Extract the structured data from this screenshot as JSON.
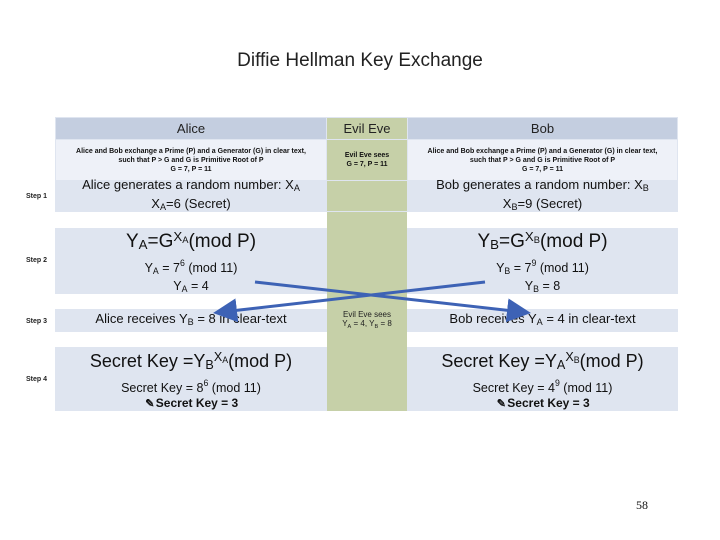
{
  "title": "Diffie Hellman Key Exchange",
  "columns": {
    "alice": "Alice",
    "eve": "Evil Eve",
    "bob": "Bob"
  },
  "intro": {
    "alice_line1": "Alice and Bob exchange a Prime (P) and a Generator (G) in clear text,",
    "alice_line2": "such that P > G and G is Primitive Root of P",
    "alice_line3": "G = 7, P = 11",
    "eve_line1": "Evil Eve sees",
    "eve_line2": "G = 7, P = 11",
    "bob_line1": "Alice and Bob exchange a Prime (P) and a Generator (G) in clear text,",
    "bob_line2": "such that P > G and G is Primitive Root of P",
    "bob_line3": "G = 7, P = 11"
  },
  "steps": [
    "Step 1",
    "Step 2",
    "Step 3",
    "Step 4"
  ],
  "step1": {
    "alice_l1": "Alice generates a random number: X",
    "alice_sub1": "A",
    "alice_l2a": "X",
    "alice_l2sub": "A",
    "alice_l2b": "=6 (Secret)",
    "bob_l1": "Bob generates a random number: X",
    "bob_sub1": "B",
    "bob_l2a": "X",
    "bob_l2sub": "B",
    "bob_l2b": "=9 (Secret)"
  },
  "step2": {
    "alice_y": "Y",
    "alice_ysub": "A",
    "alice_eq": "=G",
    "alice_sup": "X",
    "alice_supsub": "A",
    "alice_mod": "(mod P)",
    "alice_l2a": "Y",
    "alice_l2sub": "A",
    "alice_l2b": " = 7",
    "alice_l2sup": "6",
    "alice_l2c": " (mod 11)",
    "alice_l3a": "Y",
    "alice_l3sub": "A",
    "alice_l3b": " = 4",
    "bob_y": "Y",
    "bob_ysub": "B",
    "bob_eq": "=G",
    "bob_sup": "X",
    "bob_supsub": "B",
    "bob_mod": "(mod P)",
    "bob_l2a": "Y",
    "bob_l2sub": "B",
    "bob_l2b": " = 7",
    "bob_l2sup": "9",
    "bob_l2c": " (mod 11)",
    "bob_l3a": "Y",
    "bob_l3sub": "B",
    "bob_l3b": " = 8"
  },
  "step3": {
    "alice_a": "Alice receives Y",
    "alice_sub": "B",
    "alice_b": " = 8 in clear-text",
    "eve_l1": "Evil Eve sees",
    "eve_a": "Y",
    "eve_asub": "A",
    "eve_b": " = 4, Y",
    "eve_bsub": "B",
    "eve_c": " = 8",
    "bob_a": "Bob receives Y",
    "bob_sub": "A",
    "bob_b": " = 4 in clear-text"
  },
  "step4": {
    "alice_a": "Secret Key =Y",
    "alice_sub": "B",
    "alice_sup": "X",
    "alice_supsub": "A",
    "alice_mod": "(mod P)",
    "alice_l2a": "Secret Key = 8",
    "alice_l2sup": "6",
    "alice_l2b": " (mod 11)",
    "alice_l3": "Secret Key = 3",
    "bob_a": "Secret Key =Y",
    "bob_sub": "A",
    "bob_sup": "X",
    "bob_supsub": "B",
    "bob_mod": "(mod P)",
    "bob_l2a": "Secret Key = 4",
    "bob_l2sup": "9",
    "bob_l2b": " (mod 11)",
    "bob_l3": "Secret Key = 3"
  },
  "page_number": "58",
  "colors": {
    "band": "#dfe5f0",
    "eve": "#c6d0a8",
    "header": "#c4cee0",
    "arrow": "#3d62b5"
  },
  "icons": {
    "check": "check-pen-icon"
  }
}
